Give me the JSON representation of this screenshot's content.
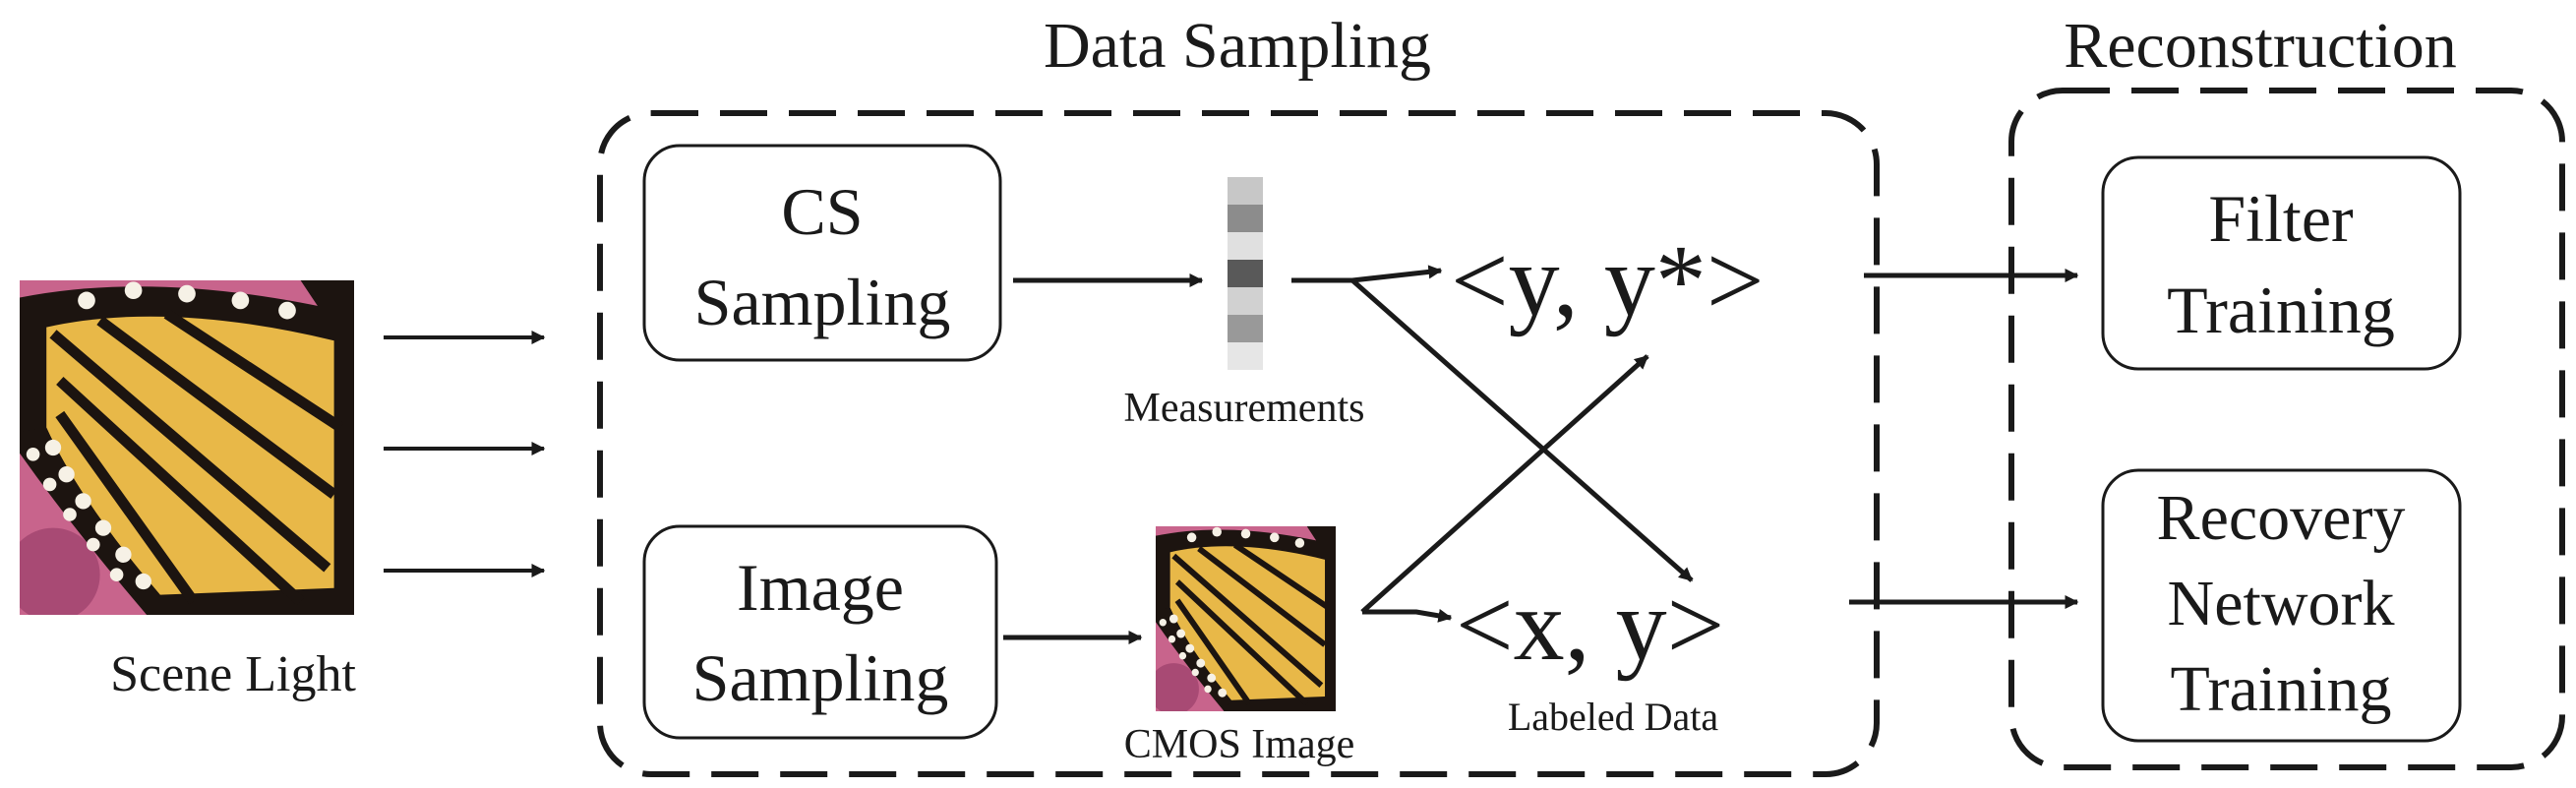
{
  "sections": {
    "sampling_title": "Data Sampling",
    "reconstruction_title": "Reconstruction"
  },
  "labels": {
    "scene_light": "Scene Light",
    "measurements": "Measurements",
    "cmos_image": "CMOS Image",
    "labeled_data": "Labeled Data"
  },
  "boxes": {
    "cs_sampling": [
      "CS",
      "Sampling"
    ],
    "image_sampling": [
      "Image",
      "Sampling"
    ],
    "filter_training": [
      "Filter",
      "Training"
    ],
    "recovery_training": [
      "Recovery",
      "Network",
      "Training"
    ]
  },
  "pairs": {
    "measurement_pair": "<y, y*>",
    "image_pair": "<x, y>"
  },
  "colors": {
    "stroke": "#1a1a1a",
    "wing_yellow": "#e8b848",
    "wing_black": "#1c1410",
    "flower_pink": "#c8648c"
  },
  "measurement_bar": {
    "cell_levels": [
      0.78,
      0.55,
      0.88,
      0.35,
      0.82,
      0.6,
      0.9
    ]
  }
}
